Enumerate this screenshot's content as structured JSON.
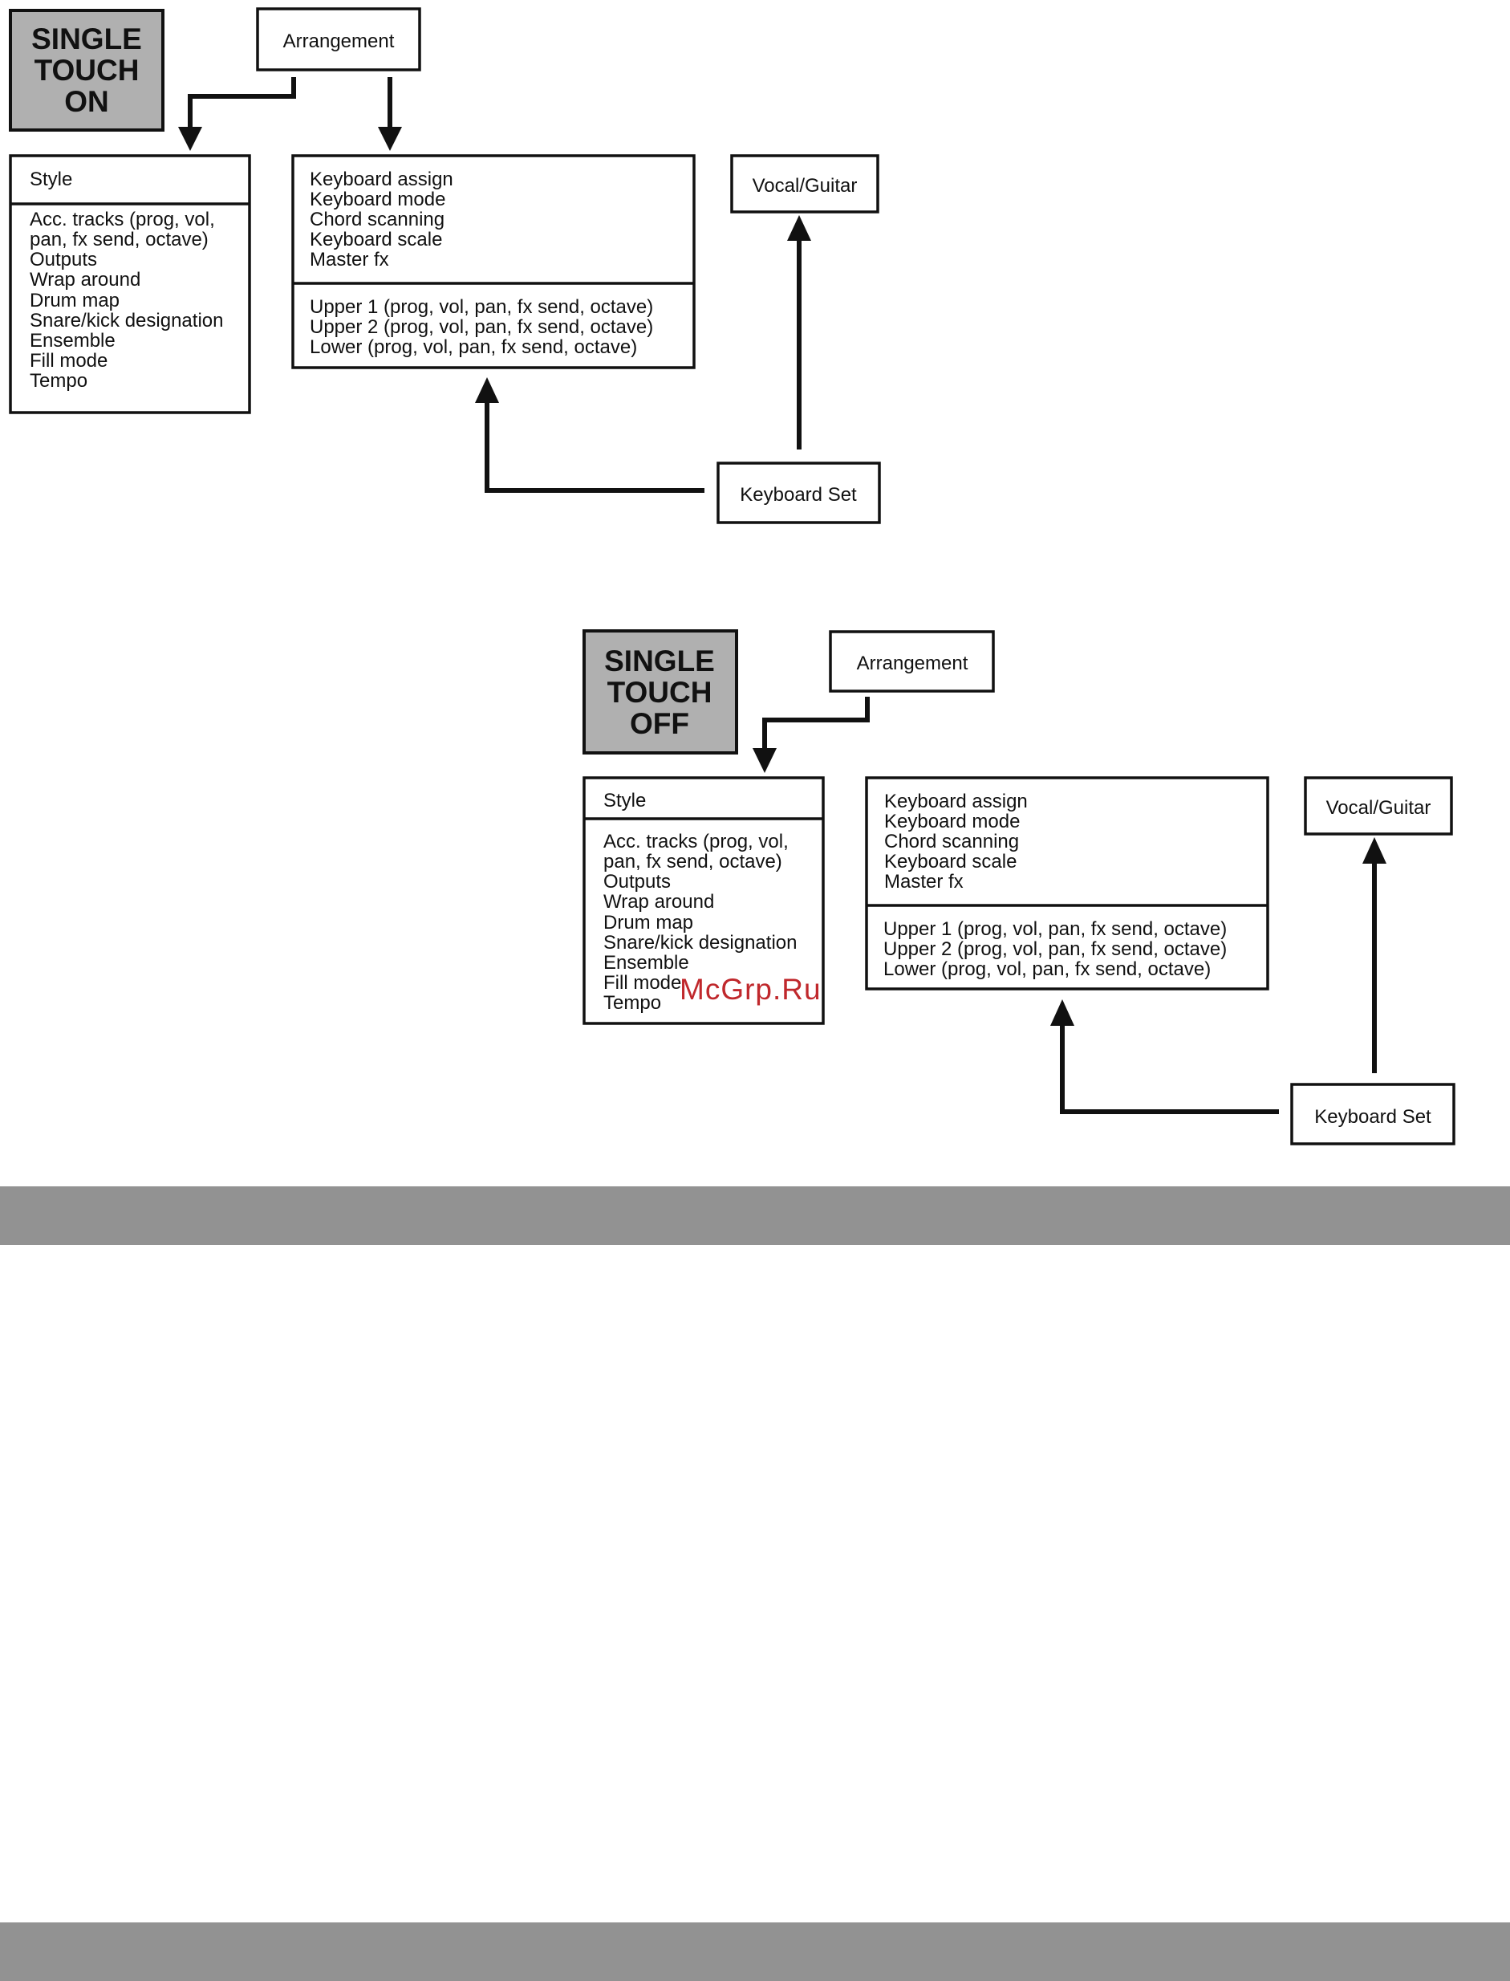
{
  "diagrams": [
    {
      "state_title": [
        "SINGLE",
        "TOUCH",
        "ON"
      ],
      "arrangement": "Arrangement",
      "style_header": "Style",
      "style_items": [
        "Acc. tracks (prog, vol,",
        "pan, fx send, octave)",
        "Outputs",
        "Wrap around",
        "Drum map",
        "Snare/kick designation",
        "Ensemble",
        "Fill mode",
        "Tempo"
      ],
      "keyboard_items": [
        "Keyboard assign",
        "Keyboard mode",
        "Chord scanning",
        "Keyboard scale",
        "Master fx"
      ],
      "track_items": [
        "Upper 1 (prog, vol, pan, fx send, octave)",
        "Upper 2 (prog, vol, pan, fx send, octave)",
        "Lower (prog, vol, pan, fx send, octave)"
      ],
      "vocal_guitar": "Vocal/Guitar",
      "keyboard_set": "Keyboard Set"
    },
    {
      "state_title": [
        "SINGLE",
        "TOUCH",
        "OFF"
      ],
      "arrangement": "Arrangement",
      "style_header": "Style",
      "style_items": [
        "Acc. tracks (prog, vol,",
        "pan, fx send, octave)",
        "Outputs",
        "Wrap around",
        "Drum map",
        "Snare/kick designation",
        "Ensemble",
        "Fill mode",
        "Tempo"
      ],
      "keyboard_items": [
        "Keyboard assign",
        "Keyboard mode",
        "Chord scanning",
        "Keyboard scale",
        "Master fx"
      ],
      "track_items": [
        "Upper 1 (prog, vol, pan, fx send, octave)",
        "Upper 2 (prog, vol, pan, fx send, octave)",
        "Lower (prog, vol, pan, fx send, octave)"
      ],
      "vocal_guitar": "Vocal/Guitar",
      "keyboard_set": "Keyboard Set"
    }
  ],
  "watermark": "McGrp.Ru",
  "colors": {
    "state_box": "#b0b0b0",
    "band": "#929292",
    "watermark": "#c0282c",
    "stroke": "#111111"
  }
}
